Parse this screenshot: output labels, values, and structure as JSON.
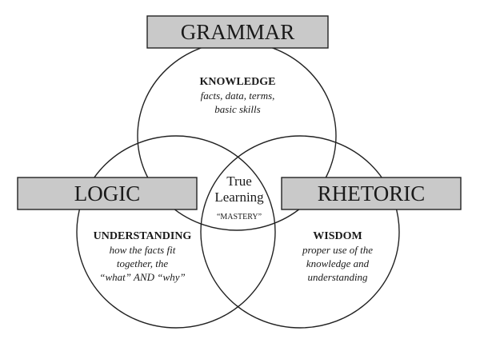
{
  "diagram": {
    "grammar": {
      "title": "GRAMMAR",
      "heading": "KNOWLEDGE",
      "lines": [
        "facts, data, terms,",
        "basic skills"
      ]
    },
    "logic": {
      "title": "LOGIC",
      "heading": "UNDERSTANDING",
      "lines": [
        "how the facts fit",
        "together, the",
        "“what” AND “why”"
      ]
    },
    "rhetoric": {
      "title": "RHETORIC",
      "heading": "WISDOM",
      "lines": [
        "proper use of  the",
        "knowledge and",
        "understanding"
      ]
    },
    "center": {
      "line1": "True",
      "line2": "Learning",
      "note": "“MASTERY”"
    }
  }
}
